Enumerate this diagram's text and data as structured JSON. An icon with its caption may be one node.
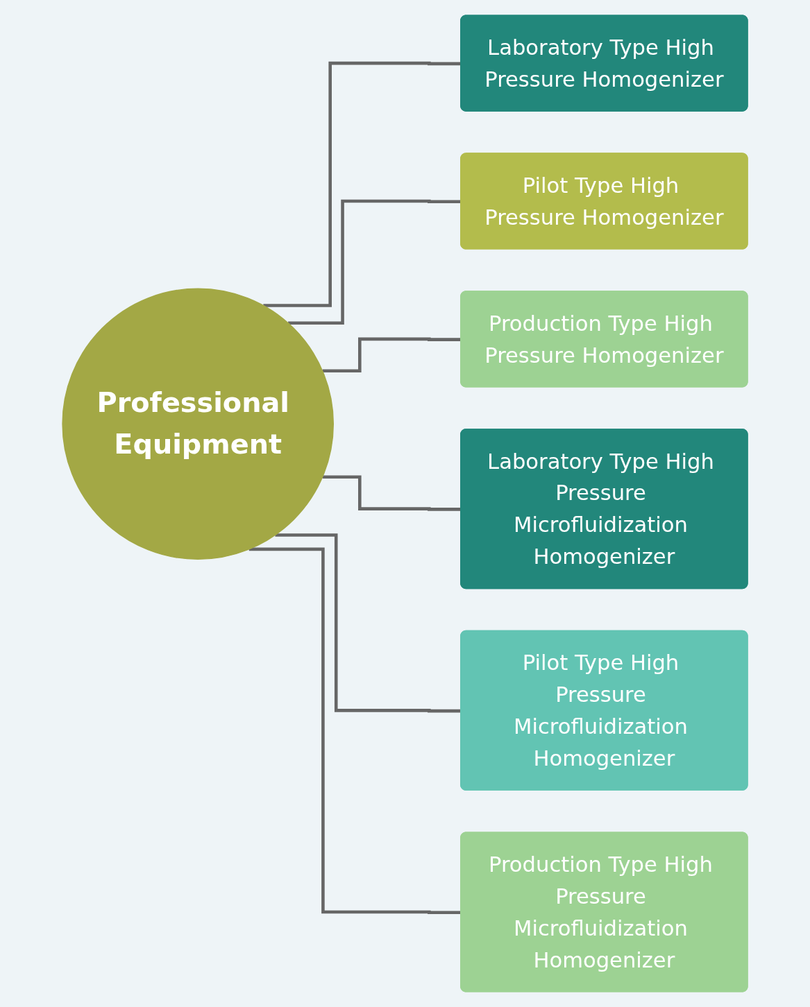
{
  "diagram": {
    "nodes": [
      {
        "text": [
          "Professional Equipment"
        ]
      },
      {
        "text": [
          "Laboratory Type High Pressure Homogenizer"
        ]
      },
      {
        "text": [
          "Pilot Type High Pressure Homogenizer"
        ]
      },
      {
        "text": [
          "Production Type High Pressure Homogenizer"
        ]
      },
      {
        "text": [
          "Laboratory Type High Pressure Microfluidization Homogenizer"
        ]
      },
      {
        "text": [
          "Pilot Type High Pressure Microfluidization Homogenizer"
        ]
      },
      {
        "text": [
          "Production Type High Pressure Microfluidization Homogenizer"
        ]
      }
    ],
    "edges": [
      {
        "from": 0,
        "to": 1,
        "arrow": "none"
      },
      {
        "from": 0,
        "to": 2,
        "arrow": "none"
      },
      {
        "from": 0,
        "to": 3,
        "arrow": "none"
      },
      {
        "from": 0,
        "to": 4,
        "arrow": "none"
      },
      {
        "from": 0,
        "to": 5,
        "arrow": "none"
      },
      {
        "from": 0,
        "to": 6,
        "arrow": "none"
      }
    ]
  }
}
